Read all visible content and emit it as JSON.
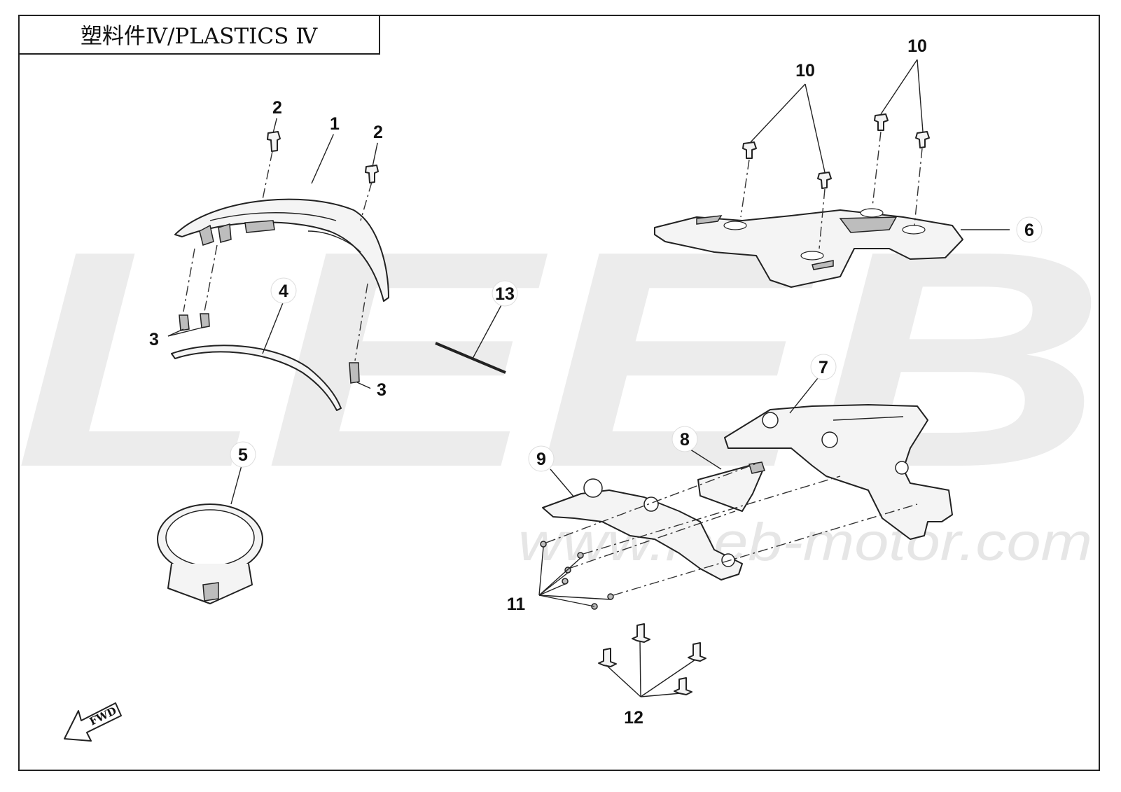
{
  "title": "塑料件Ⅳ/PLASTICS Ⅳ",
  "watermark": {
    "letters": "LEEB",
    "url": "www.leeb-motor.com"
  },
  "orientation_label": "FWD",
  "callouts": [
    "1",
    "2",
    "2",
    "3",
    "3",
    "4",
    "5",
    "6",
    "7",
    "8",
    "9",
    "10",
    "10",
    "11",
    "12",
    "13"
  ],
  "colors": {
    "line": "#222222",
    "watermark": "#ececec",
    "background": "#ffffff"
  }
}
